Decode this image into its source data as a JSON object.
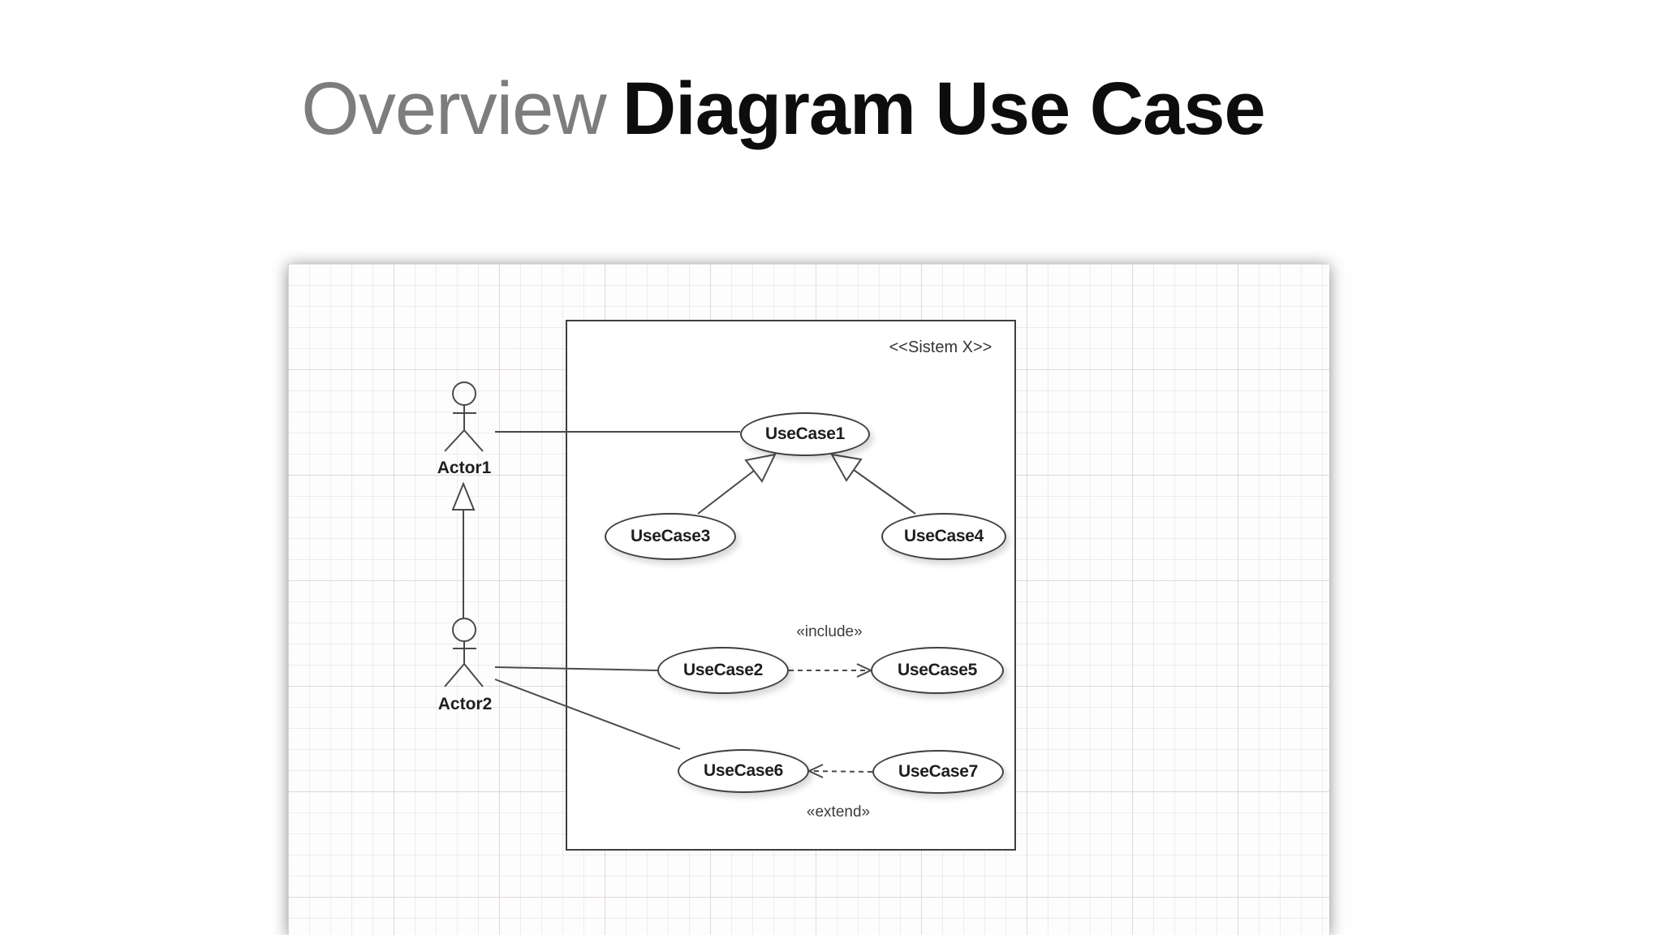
{
  "title": {
    "prefix": "Overview",
    "main": "Diagram Use Case"
  },
  "canvas": {
    "system_box_label": "<<Sistem X>>",
    "actors": [
      {
        "label": "Actor1"
      },
      {
        "label": "Actor2"
      }
    ],
    "use_cases": [
      {
        "label": "UseCase1"
      },
      {
        "label": "UseCase2"
      },
      {
        "label": "UseCase3"
      },
      {
        "label": "UseCase4"
      },
      {
        "label": "UseCase5"
      },
      {
        "label": "UseCase6"
      },
      {
        "label": "UseCase7"
      }
    ],
    "edge_labels": {
      "include": "«include»",
      "extend": "«extend»"
    }
  },
  "diagram_relations": [
    {
      "from": "Actor1",
      "to": "UseCase1",
      "type": "association"
    },
    {
      "from": "Actor2",
      "to": "Actor1",
      "type": "generalization"
    },
    {
      "from": "UseCase3",
      "to": "UseCase1",
      "type": "generalization"
    },
    {
      "from": "UseCase4",
      "to": "UseCase1",
      "type": "generalization"
    },
    {
      "from": "Actor2",
      "to": "UseCase2",
      "type": "association"
    },
    {
      "from": "Actor2",
      "to": "UseCase6",
      "type": "association"
    },
    {
      "from": "UseCase2",
      "to": "UseCase5",
      "type": "include"
    },
    {
      "from": "UseCase7",
      "to": "UseCase6",
      "type": "extend"
    }
  ]
}
